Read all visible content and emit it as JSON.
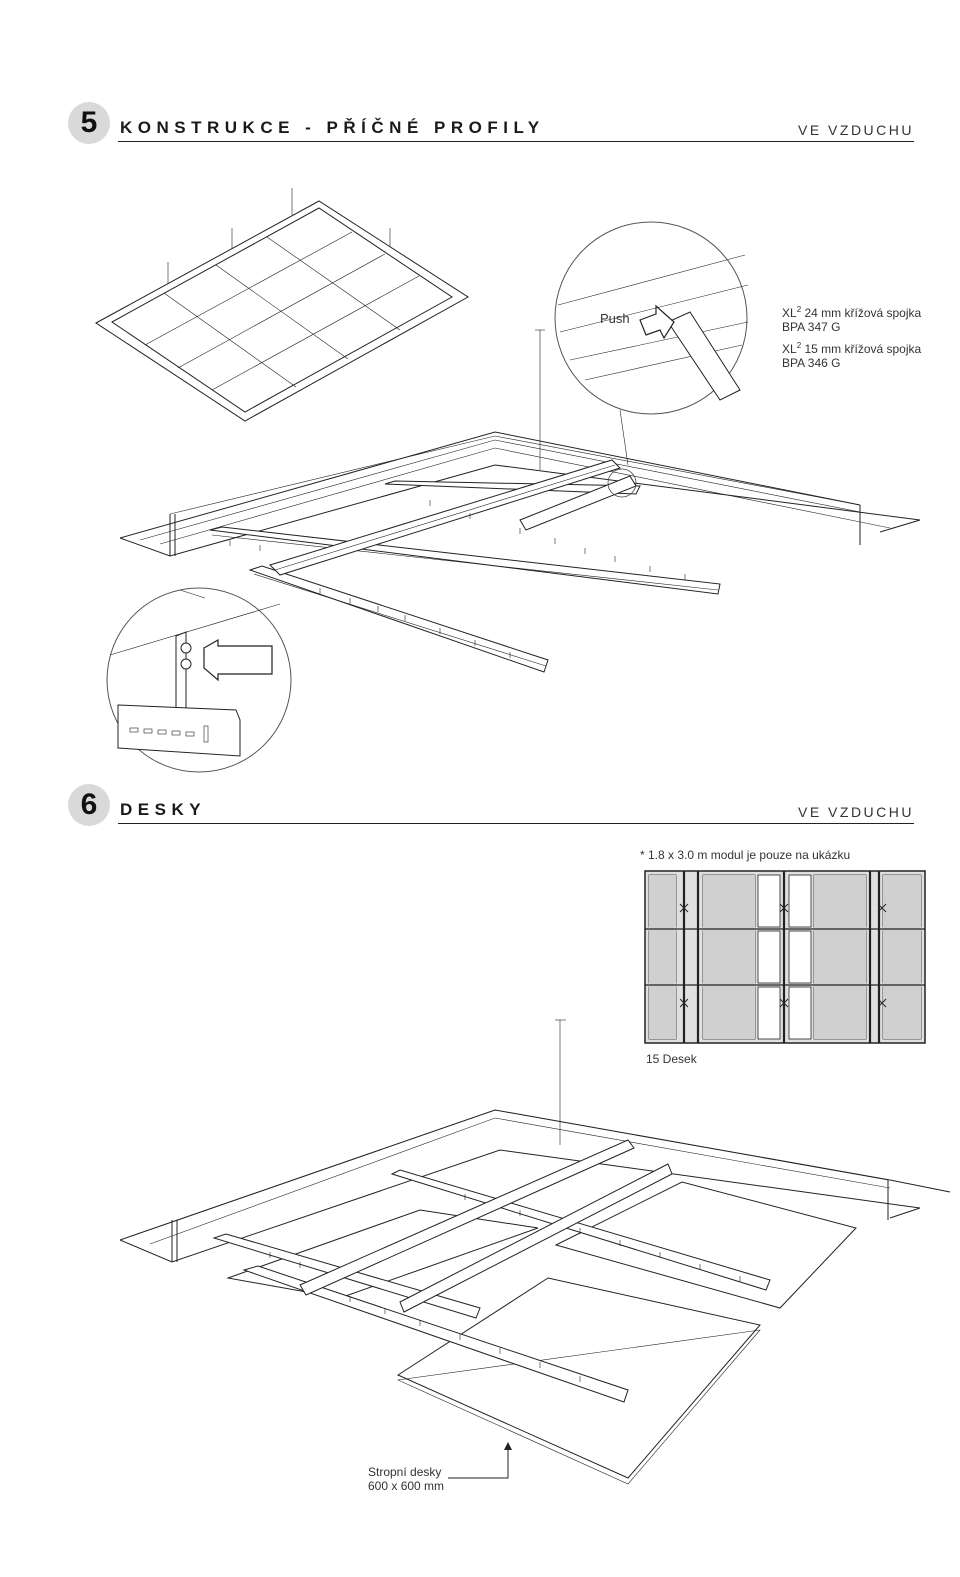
{
  "section5": {
    "number": "5",
    "title": "KONSTRUKCE - PŘÍČNÉ PROFILY",
    "mode": "VE VZDUCHU",
    "push_label": "Push",
    "note1_prefix": "XL",
    "note1_sup": "2",
    "note1_rest": " 24 mm křížová spojka",
    "note1_code": "BPA 347 G",
    "note2_prefix": "XL",
    "note2_sup": "2",
    "note2_rest": " 15 mm křížová spojka",
    "note2_code": "BPA 346 G"
  },
  "section6": {
    "number": "6",
    "title": "DESKY",
    "mode": "VE VZDUCHU",
    "module_note": "* 1.8 x 3.0 m modul je pouze na ukázku",
    "panels_caption": "15 Desek",
    "tiles_label_line1": "Stropní desky",
    "tiles_label_line2": "600 x 600 mm"
  }
}
